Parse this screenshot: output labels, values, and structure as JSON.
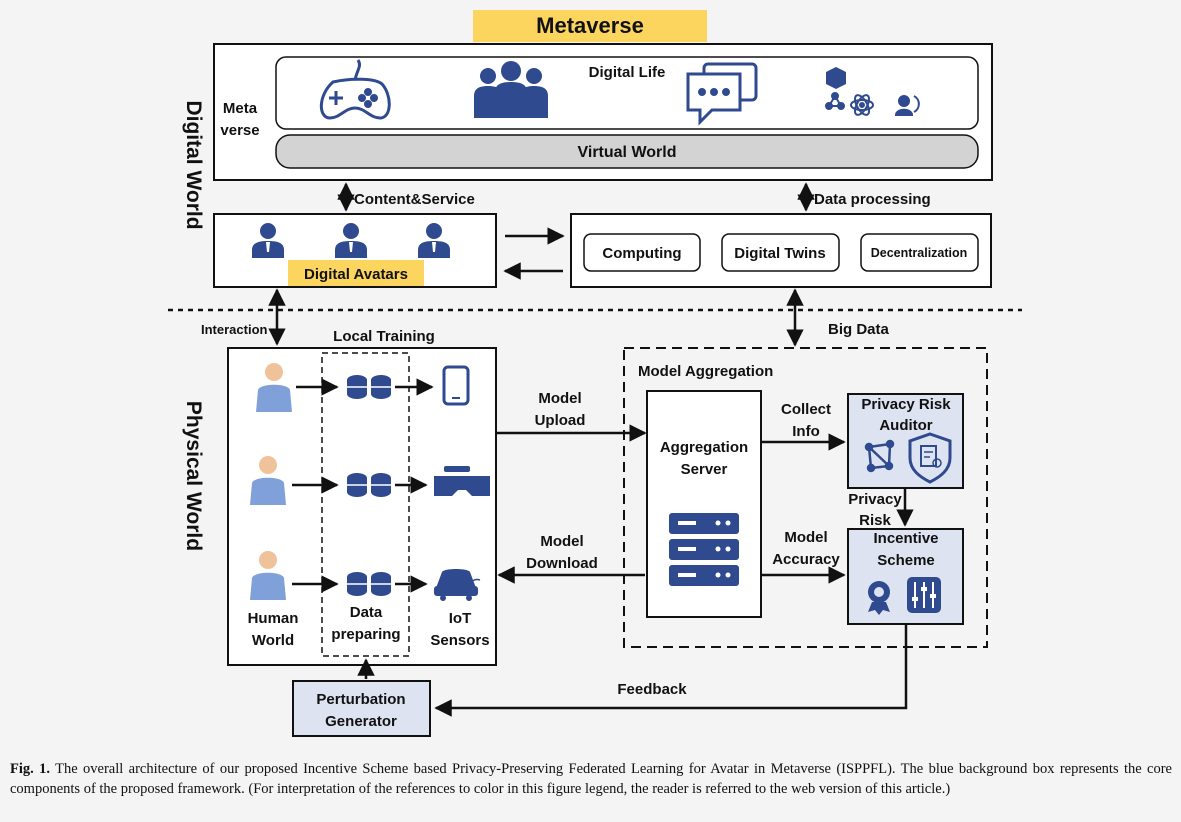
{
  "metaverse_title": "Metaverse",
  "digital_world_label": "Digital World",
  "physical_world_label": "Physical World",
  "meta_label": [
    "Meta",
    "verse"
  ],
  "digital_life_label": "Digital Life",
  "virtual_world_label": "Virtual World",
  "content_service_label": "Content&Service",
  "data_processing_label": "Data processing",
  "digital_avatars_label": "Digital Avatars",
  "computing_label": "Computing",
  "digital_twins_label": "Digital Twins",
  "decentralization_label": "Decentralization",
  "interaction_label": "Interaction",
  "big_data_label": "Big Data",
  "local_training_label": "Local Training",
  "human_world_label": [
    "Human",
    "World"
  ],
  "data_preparing_label": [
    "Data",
    "preparing"
  ],
  "iot_sensors_label": [
    "IoT",
    "Sensors"
  ],
  "model_aggregation_label": "Model Aggregation",
  "model_upload_label": [
    "Model",
    "Upload"
  ],
  "model_download_label": [
    "Model",
    "Download"
  ],
  "aggregation_server_label": [
    "Aggregation",
    "Server"
  ],
  "collect_info_label": [
    "Collect",
    "Info"
  ],
  "model_accuracy_label": [
    "Model",
    "Accuracy"
  ],
  "privacy_risk_auditor_label": [
    "Privacy Risk",
    "Auditor"
  ],
  "privacy_risk_label": [
    "Privacy",
    "Risk"
  ],
  "incentive_scheme_label": [
    "Incentive",
    "Scheme"
  ],
  "perturbation_generator_label": [
    "Perturbation",
    "Generator"
  ],
  "feedback_label": "Feedback",
  "caption": {
    "fig_label": "Fig. 1.",
    "text": "The overall architecture of our proposed Incentive Scheme based Privacy-Preserving Federated Learning for Avatar in Metaverse (ISPPFL). The blue background box represents the core components of the proposed framework. (For interpretation of the references to color in this figure legend, the reader is referred to the web version of this article.)"
  },
  "colors": {
    "icon_blue": "#2f4a8f",
    "highlight_yellow": "#fcd55f",
    "core_box_fill": "#dde3f1",
    "virtual_world_fill": "#d3d3d3"
  }
}
